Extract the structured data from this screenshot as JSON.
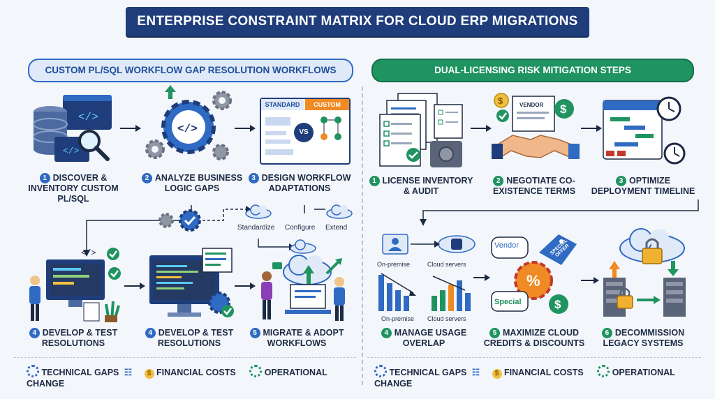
{
  "title": "ENTERPRISE CONSTRAINT MATRIX FOR CLOUD ERP MIGRATIONS",
  "left_section": {
    "heading": "CUSTOM PL/SQL WORKFLOW GAP RESOLUTION WORKFLOWS",
    "steps": [
      {
        "num": "1",
        "label": "DISCOVER & INVENTORY CUSTOM PL/SQL"
      },
      {
        "num": "2",
        "label": "ANALYZE BUSINESS LOGIC GAPS"
      },
      {
        "num": "3",
        "label": "DESIGN WORKFLOW ADAPTATIONS"
      },
      {
        "num": "4",
        "label": "DEVELOP & TEST RESOLUTIONS"
      },
      {
        "num": "4",
        "label": "DEVELOP & TEST RESOLUTIONS"
      },
      {
        "num": "5",
        "label": "MIGRATE & ADOPT WORKFLOWS"
      }
    ],
    "compare_labels": {
      "standard": "STANDARD",
      "custom": "CUSTOM",
      "vs": "VS"
    },
    "options": {
      "standardize": "Standardize",
      "configure": "Configure",
      "extend": "Extend"
    }
  },
  "right_section": {
    "heading": "DUAL-LICENSING RISK MITIGATION STEPS",
    "steps": [
      {
        "num": "1",
        "label": "LICENSE INVENTORY & AUDIT"
      },
      {
        "num": "2",
        "label": "NEGOTIATE CO-EXISTENCE TERMS"
      },
      {
        "num": "3",
        "label": "OPTIMIZE DEPLOYMENT TIMELINE"
      },
      {
        "num": "4",
        "label": "MANAGE USAGE OVERLAP"
      },
      {
        "num": "5",
        "label": "MAXIMIZE CLOUD CREDITS & DISCOUNTS"
      },
      {
        "num": "6",
        "label": "DECOMMISSION LEGACY SYSTEMS"
      }
    ],
    "vendor_label": "VENDOR",
    "usage_labels": {
      "on_premise_top": "On-premise",
      "cloud_top": "Cloud servers",
      "on_premise_bottom": "On-premise",
      "cloud_bottom": "Cloud servers"
    },
    "credit_labels": {
      "vendor": "Vendor",
      "special_offer": "SPECIAL OFFER",
      "special": "Special",
      "percent": "%"
    }
  },
  "legend": {
    "technical": "TECHNICAL GAPS",
    "financial": "FINANCIAL COSTS",
    "operational": "OPERATIONAL CHANGE"
  },
  "colors": {
    "blue": "#2f6ac3",
    "green": "#1f9360",
    "navy": "#1f3d7a",
    "orange": "#f08a24"
  }
}
